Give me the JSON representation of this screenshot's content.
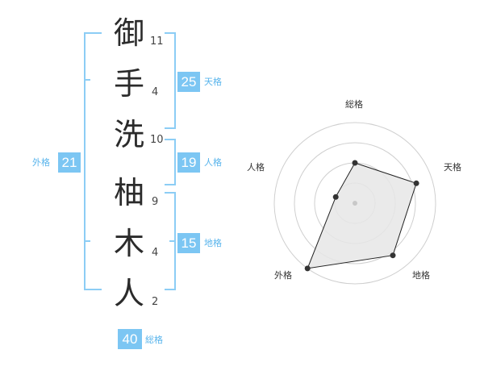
{
  "name_chars": [
    {
      "char": "御",
      "strokes": "11"
    },
    {
      "char": "手",
      "strokes": "4"
    },
    {
      "char": "洗",
      "strokes": "10"
    },
    {
      "char": "柚",
      "strokes": "9"
    },
    {
      "char": "木",
      "strokes": "4"
    },
    {
      "char": "人",
      "strokes": "2"
    }
  ],
  "kakusu": {
    "tenkaku": {
      "value": "25",
      "label": "天格"
    },
    "jinkaku": {
      "value": "19",
      "label": "人格"
    },
    "chikaku": {
      "value": "15",
      "label": "地格"
    },
    "gaikaku": {
      "value": "21",
      "label": "外格"
    },
    "soukaku": {
      "value": "40",
      "label": "総格"
    }
  },
  "chart_data": {
    "type": "radar",
    "axes": [
      "総格",
      "天格",
      "地格",
      "外格",
      "人格"
    ],
    "values": [
      0.5,
      0.8,
      0.8,
      1.0,
      0.25
    ],
    "max": 1.0,
    "rings": 4,
    "colors": {
      "fill": "#e6e6e6",
      "line": "#222222",
      "grid": "#cfcfcf",
      "accent": "#7cc6f3"
    }
  }
}
